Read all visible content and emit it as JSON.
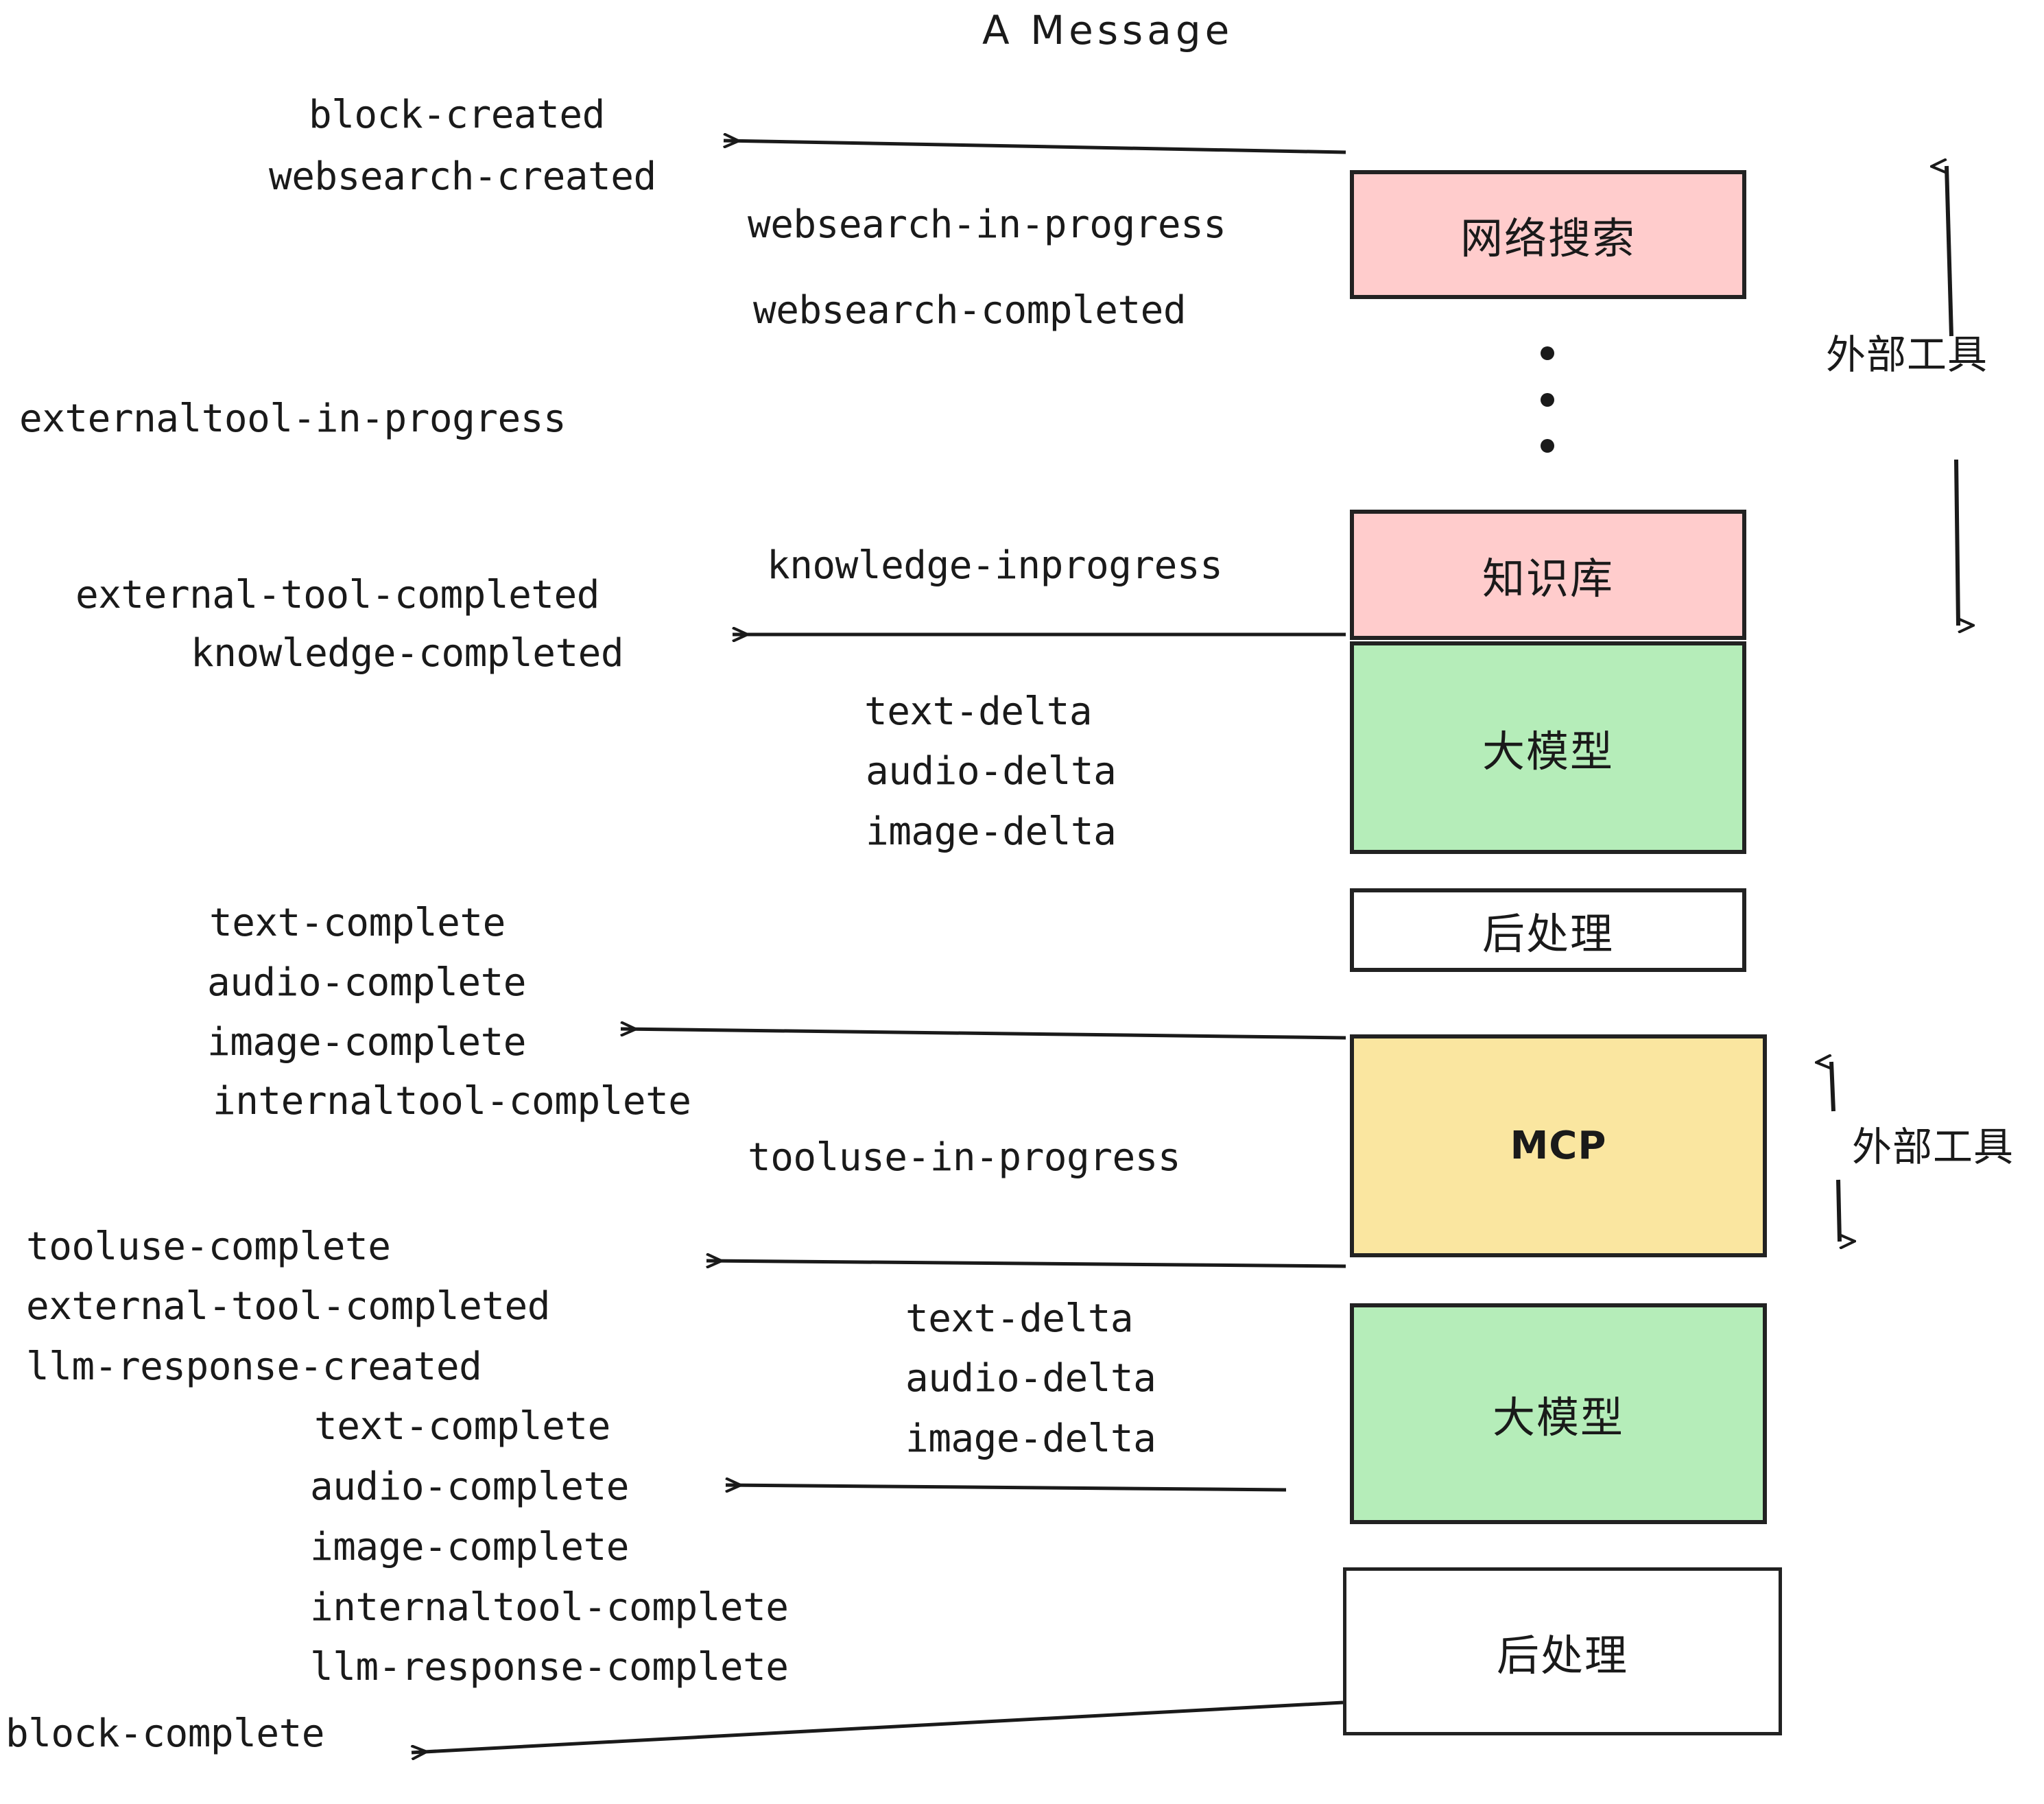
{
  "diagram": {
    "title": "A Message",
    "colors": {
      "pink": "#FFCCCC",
      "green": "#B5EDB9",
      "yellow": "#FAE6A0",
      "white": "#FFFFFF",
      "stroke": "#222222",
      "text": "#1A1A1A"
    },
    "nodes": [
      {
        "id": "websearch",
        "label": "网络搜索",
        "fill": "#FFCCCC"
      },
      {
        "id": "knowledge",
        "label": "知识库",
        "fill": "#FFCCCC"
      },
      {
        "id": "llm-top",
        "label": "大模型",
        "fill": "#B5EDB9"
      },
      {
        "id": "post-top",
        "label": "后处理",
        "fill": "#FFFFFF"
      },
      {
        "id": "mcp",
        "label": "MCP",
        "fill": "#FAE6A0"
      },
      {
        "id": "llm-bottom",
        "label": "大模型",
        "fill": "#B5EDB9"
      },
      {
        "id": "post-bottom",
        "label": "后处理",
        "fill": "#FFFFFF"
      }
    ],
    "side_labels": [
      {
        "id": "external-tools-top",
        "text": "外部工具"
      },
      {
        "id": "external-tools-bottom",
        "text": "外部工具"
      }
    ],
    "events": [
      {
        "id": "block-created",
        "text": "block-created"
      },
      {
        "id": "websearch-created",
        "text": "websearch-created"
      },
      {
        "id": "websearch-in-progress",
        "text": "websearch-in-progress"
      },
      {
        "id": "websearch-completed",
        "text": "websearch-completed"
      },
      {
        "id": "externaltool-in-progress",
        "text": "externaltool-in-progress"
      },
      {
        "id": "knowledge-inprogress",
        "text": "knowledge-inprogress"
      },
      {
        "id": "external-tool-completed-1",
        "text": "external-tool-completed"
      },
      {
        "id": "knowledge-completed",
        "text": "knowledge-completed"
      },
      {
        "id": "text-delta-1",
        "text": "text-delta"
      },
      {
        "id": "audio-delta-1",
        "text": "audio-delta"
      },
      {
        "id": "image-delta-1",
        "text": "image-delta"
      },
      {
        "id": "text-complete-1",
        "text": "text-complete"
      },
      {
        "id": "audio-complete-1",
        "text": "audio-complete"
      },
      {
        "id": "image-complete-1",
        "text": "image-complete"
      },
      {
        "id": "internaltool-complete-1",
        "text": "internaltool-complete"
      },
      {
        "id": "tooluse-in-progress",
        "text": "tooluse-in-progress"
      },
      {
        "id": "tooluse-complete",
        "text": "tooluse-complete"
      },
      {
        "id": "external-tool-completed-2",
        "text": "external-tool-completed"
      },
      {
        "id": "llm-response-created",
        "text": "llm-response-created"
      },
      {
        "id": "text-delta-2",
        "text": "text-delta"
      },
      {
        "id": "audio-delta-2",
        "text": "audio-delta"
      },
      {
        "id": "image-delta-2",
        "text": "image-delta"
      },
      {
        "id": "text-complete-2",
        "text": "text-complete"
      },
      {
        "id": "audio-complete-2",
        "text": "audio-complete"
      },
      {
        "id": "image-complete-2",
        "text": "image-complete"
      },
      {
        "id": "internaltool-complete-2",
        "text": "internaltool-complete"
      },
      {
        "id": "llm-response-complete",
        "text": "llm-response-complete"
      },
      {
        "id": "block-complete",
        "text": "block-complete"
      }
    ]
  }
}
